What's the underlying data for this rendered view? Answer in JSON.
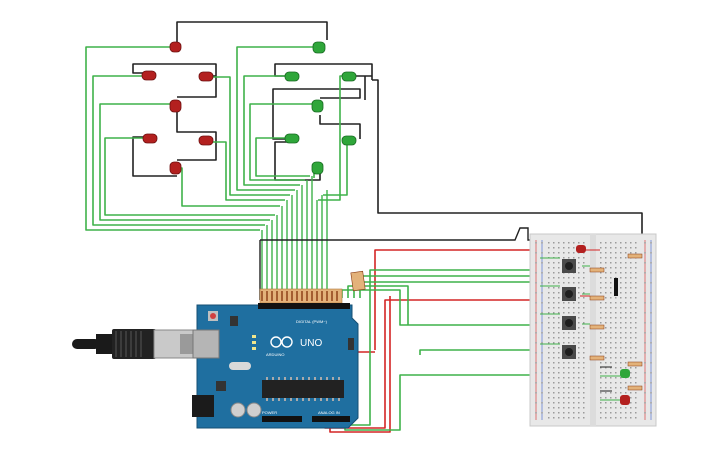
{
  "canvas": {
    "background": "#ffffff"
  },
  "arduino": {
    "brand": "ARDUINO",
    "model": "UNO",
    "digital_label": "DIGITAL (PWM~)",
    "power_label": "POWER",
    "analog_label": "ANALOG IN",
    "board_color": "#1f6fa0",
    "chip_color": "#222222"
  },
  "colors": {
    "wire_green": "#3fb24a",
    "wire_black": "#222222",
    "wire_red": "#d42525",
    "led_red": "#b3201f",
    "led_green": "#2fa63a",
    "resistor": "#e3b27a",
    "breadboard": "#e8e8e8"
  },
  "components": {
    "red_led_count": 8,
    "green_led_count": 8,
    "pushbutton_count": 4
  }
}
